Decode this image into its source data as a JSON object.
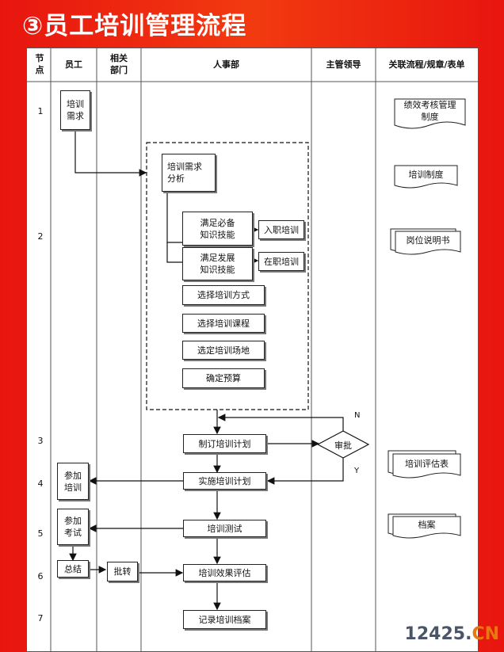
{
  "title": "③员工培训管理流程",
  "columns": {
    "node": "节\n点",
    "employee": "员工",
    "related_dept": "相关\n部门",
    "hr": "人事部",
    "supervisor": "主管领导",
    "related_docs": "关联流程/规章/表单"
  },
  "node_numbers": [
    "1",
    "2",
    "3",
    "4",
    "5",
    "6",
    "7"
  ],
  "employee_boxes": {
    "need": "培训\n需求",
    "attend_training": "参加\n培训",
    "attend_exam": "参加\n考试",
    "summary": "总结"
  },
  "related_dept_boxes": {
    "transfer": "批转"
  },
  "hr_boxes": {
    "needs_analysis": "培训需求\n分析",
    "basic_skills": "满足必备\n知识技能",
    "onboarding": "入职培训",
    "dev_skills": "满足发展\n知识技能",
    "on_job": "在职培训",
    "choose_method": "选择培训方式",
    "choose_course": "选择培训课程",
    "choose_venue": "选定培训场地",
    "budget": "确定预算",
    "make_plan": "制订培训计划",
    "execute_plan": "实施培训计划",
    "test": "培训测试",
    "evaluate": "培训效果评估",
    "record": "记录培训档案"
  },
  "supervisor": {
    "approve": "审批",
    "no": "N",
    "yes": "Y"
  },
  "docs": {
    "performance_system": "绩效考核管理\n制度",
    "training_system": "培训制度",
    "job_description": "岗位说明书",
    "evaluation_form": "培训评估表",
    "archive": "档案"
  },
  "watermark": {
    "main": "12425.",
    "tld": "CN"
  }
}
